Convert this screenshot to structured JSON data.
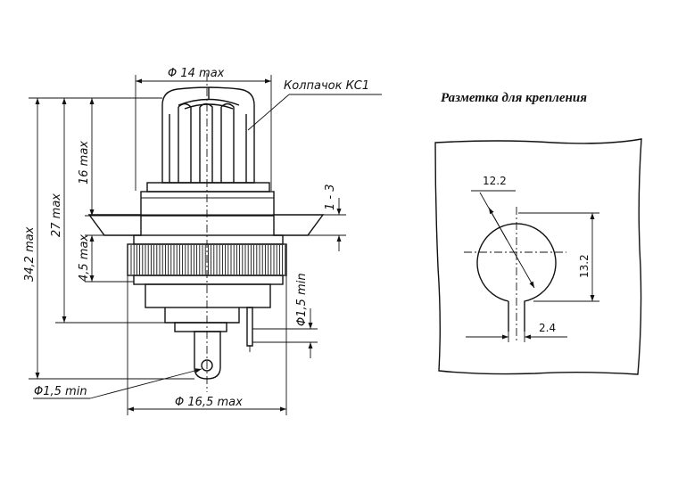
{
  "left_view": {
    "label_cap": "Колпачок КС1",
    "dim_top_width": "Φ 14 max",
    "dim_bottom_width": "Φ 16,5 max",
    "dim_total_height": "34,2 max",
    "dim_mid_height": "27 max",
    "dim_cap_height": "16 max",
    "dim_nut_height": "4,5 max",
    "dim_gap": "1 - 3",
    "dim_pin_hole_right": "Φ1,5 min",
    "dim_pin_hole_left": "Φ1,5 min"
  },
  "right_view": {
    "title": "Разметка для крепления",
    "dim_diameter": "12.2",
    "dim_height": "13.2",
    "dim_slot_width": "2.4"
  }
}
